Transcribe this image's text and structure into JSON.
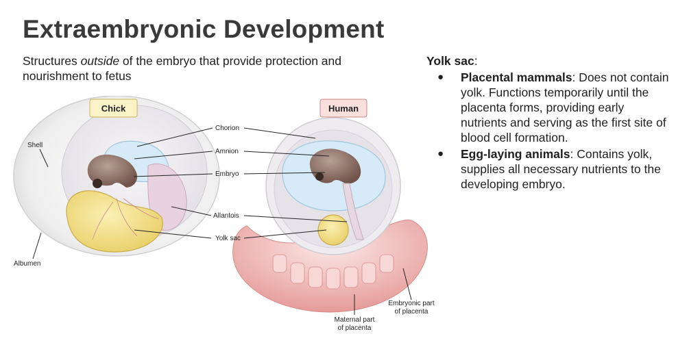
{
  "title": "Extraembryonic Development",
  "subtitle": {
    "before": "Structures ",
    "emphasis": "outside",
    "after": " of the embryo that provide protection and nourishment to fetus"
  },
  "diagram": {
    "chick_tag": "Chick",
    "human_tag": "Human",
    "labels": {
      "shell": "Shell",
      "albumen": "Albumen",
      "chorion": "Chorion",
      "amnion": "Amnion",
      "embryo": "Embryo",
      "allantois": "Allantois",
      "yolk_sac": "Yolk sac",
      "embryonic_part_l1": "Embryonic part",
      "embryonic_part_l2": "of placenta",
      "maternal_part_l1": "Maternal part",
      "maternal_part_l2": "of placenta"
    },
    "colors": {
      "chick_tag_fill": "#fbf3c8",
      "chick_tag_border": "#c9b35a",
      "human_tag_fill": "#f9e0dc",
      "human_tag_border": "#c98b80",
      "yolk": "#f1dc86",
      "amnion_fluid": "#d6ebf7",
      "placenta": "#e8a3a0"
    }
  },
  "yolk_panel": {
    "heading": "Yolk sac",
    "heading_suffix": ":",
    "bullet_glyph": "●",
    "items": [
      {
        "term": "Placental mammals",
        "text": ": Does not contain yolk. Functions temporarily until the placenta forms, providing early nutrients and serving as the first site of blood cell formation."
      },
      {
        "term": "Egg-laying animals",
        "text": ": Contains yolk, supplies all necessary nutrients to the developing embryo."
      }
    ]
  }
}
